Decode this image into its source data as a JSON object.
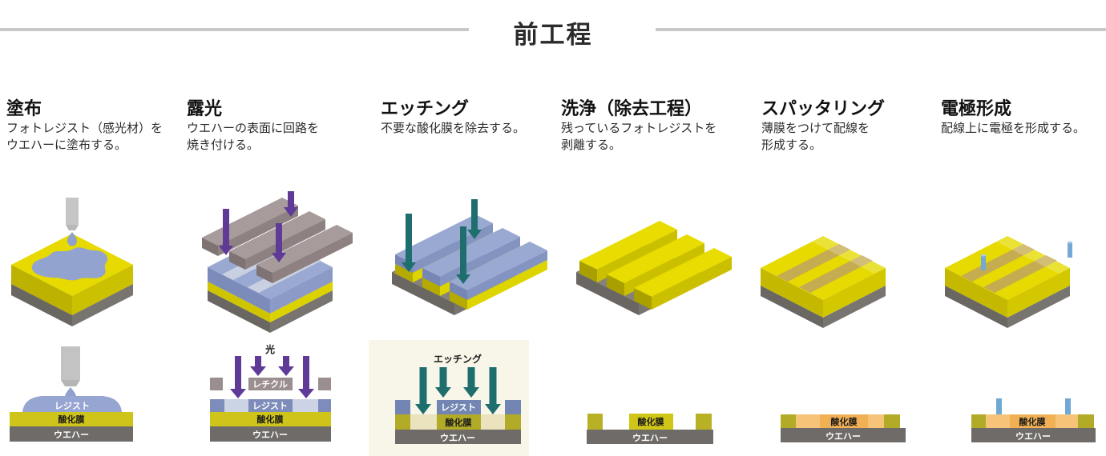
{
  "header": {
    "title": "前工程"
  },
  "palette": {
    "rule_gray": "#c9c9c9",
    "wafer_gray": "#6f6b68",
    "oxide_yellow": "#cfc51a",
    "oxide_olive": "#b2ab27",
    "etched_cream": "#eae3bd",
    "resist_blue": "#8fa0cc",
    "resist_block_blue": "#7d8cba",
    "exposed_resist": "#ccd3e4",
    "reticle_mauve": "#9b8e8e",
    "light_arrow_purple": "#5f3a96",
    "etch_arrow_teal": "#1e6e6e",
    "film_orange": "#f2b055",
    "film_orange_light": "#f6c478",
    "electrode_blue": "#6fa8d4",
    "iso_yellow_top": "#e6da00"
  },
  "steps": [
    {
      "title": "塗布",
      "description": [
        "フォトレジスト（感光材）を",
        "ウエハーに塗布する。"
      ],
      "labels": {
        "resist": "レジスト",
        "oxide": "酸化膜",
        "wafer": "ウエハー"
      }
    },
    {
      "title": "露光",
      "description": [
        "ウエハーの表面に回路を",
        "焼き付ける。"
      ],
      "labels": {
        "top": "光",
        "reticle": "レチクル",
        "resist": "レジスト",
        "oxide": "酸化膜",
        "wafer": "ウエハー"
      }
    },
    {
      "title": "エッチング",
      "description": [
        "不要な酸化膜を除去する。"
      ],
      "labels": {
        "top": "エッチング",
        "resist": "レジスト",
        "oxide": "酸化膜",
        "wafer": "ウエハー"
      }
    },
    {
      "title": "洗浄（除去工程）",
      "description": [
        "残っているフォトレジストを",
        "剥離する。"
      ],
      "labels": {
        "oxide": "酸化膜",
        "wafer": "ウエハー"
      }
    },
    {
      "title": "スパッタリング",
      "description": [
        "薄膜をつけて配線を",
        "形成する。"
      ],
      "labels": {
        "oxide": "酸化膜",
        "wafer": "ウエハー"
      }
    },
    {
      "title": "電極形成",
      "description": [
        "配線上に電極を形成する。"
      ],
      "labels": {
        "oxide": "酸化膜",
        "wafer": "ウエハー"
      }
    }
  ]
}
